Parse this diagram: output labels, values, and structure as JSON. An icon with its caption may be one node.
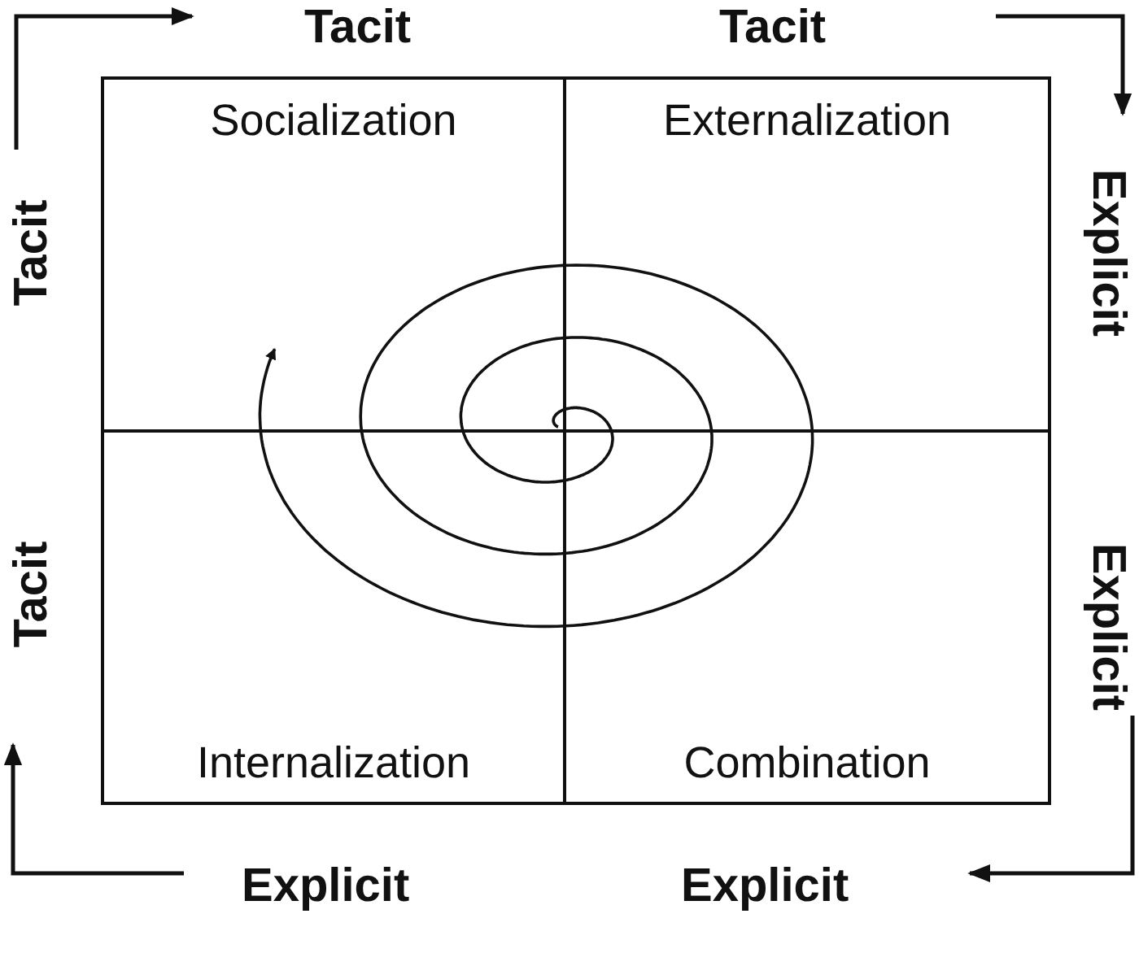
{
  "diagram": {
    "nodes": [
      {
        "text": [
          "Socialization"
        ]
      },
      {
        "text": [
          "Externalization"
        ]
      },
      {
        "text": [
          "Internalization"
        ]
      },
      {
        "text": [
          "Combination"
        ]
      }
    ],
    "labels": [
      "Tacit",
      "Tacit",
      "Tacit",
      "Explicit",
      "Tacit",
      "Explicit",
      "Explicit",
      "Explicit"
    ]
  }
}
